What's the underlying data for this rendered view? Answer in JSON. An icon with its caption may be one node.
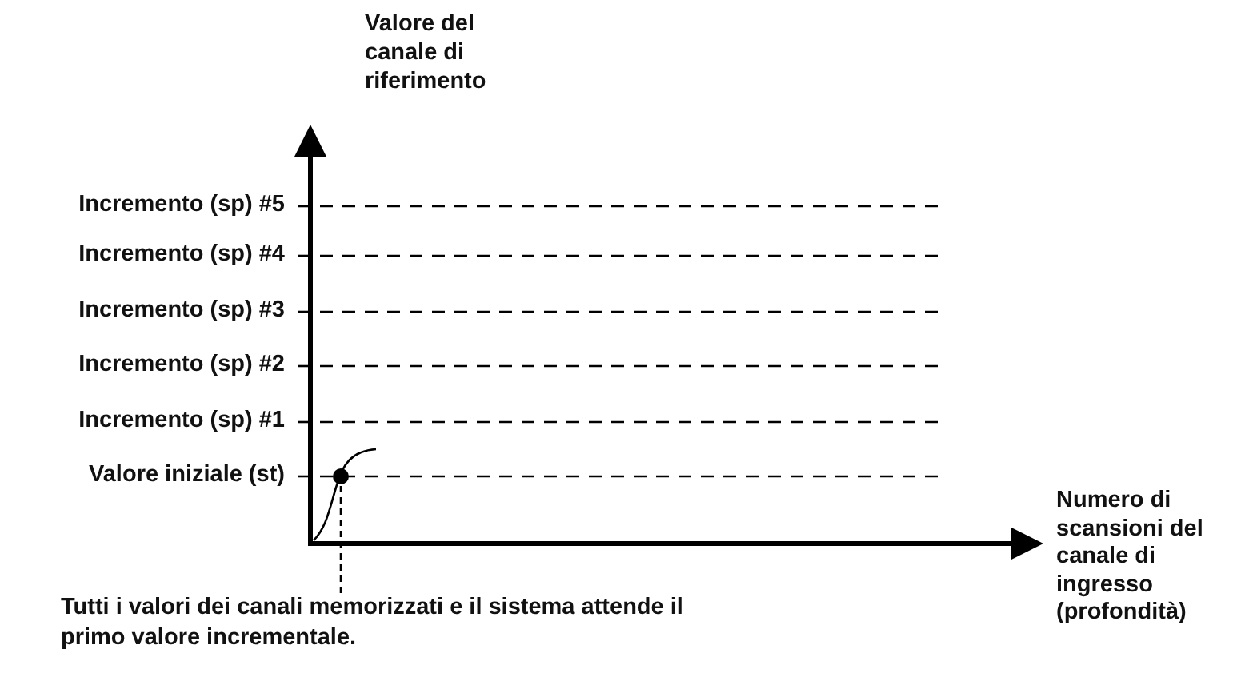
{
  "diagram": {
    "nodes": [
      {
        "text": [
          "Tutti i valori dei canali memorizzati e il sistema attende il primo valore incrementale."
        ]
      },
      {
        "text": [],
        "shape": "circle"
      }
    ],
    "edges": [
      {
        "from": 0,
        "to": 1,
        "arrow": "none",
        "style": "dashed"
      }
    ],
    "labels": [
      "Valore del canale di riferimento",
      "Incremento (sp) #5",
      "Incremento (sp) #4",
      "Incremento (sp) #3",
      "Incremento (sp) #2",
      "Incremento (sp) #1",
      "Valore iniziale (st)",
      "Numero di scansioni del canale di ingresso (profondità)"
    ]
  }
}
